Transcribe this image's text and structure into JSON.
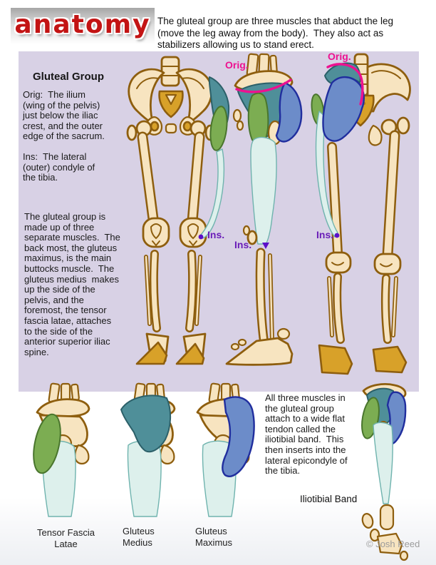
{
  "header": {
    "logo_text": "anatomy",
    "intro": "The gluteal group are three muscles that abduct the leg\n(move the leg away from the body).  They also act as\nstabilizers allowing us to stand erect."
  },
  "main_panel": {
    "heading": "Gluteal Group",
    "origin_paragraph": "Orig:  The ilium\n(wing of the pelvis)\njust below the iliac\ncrest, and the outer\nedge of the sacrum.",
    "insertion_paragraph": "Ins:  The lateral\n(outer) condyle of\nthe tibia.",
    "description_paragraph": "The gluteal group is\nmade up of three\nseparate muscles.  The\nback most, the gluteus\nmaximus, is the main\nbuttocks muscle.  The\ngluteus medius  makes\nup the side of the\npelvis, and the\nforemost, the tensor\nfascia latae, attaches\nto the side of the\nanterior superior iliac\nspine.",
    "labels": {
      "origin": "Orig.",
      "insertion": "Ins."
    }
  },
  "bottom_section": {
    "muscle_figures": [
      {
        "name": "Tensor Fascia Latae",
        "label": "Tensor Fascia\nLatae"
      },
      {
        "name": "Gluteus Medius",
        "label": "Gluteus\nMedius"
      },
      {
        "name": "Gluteus Maximus",
        "label": "Gluteus\nMaximus"
      }
    ],
    "band_paragraph": "All three muscles in\nthe gluteal group\nattach to a wide flat\ntendon called the\niliotibial band.  This\nthen inserts into the\nlateral epicondyle of\nthe tibia.",
    "band_label": "Iliotibial Band",
    "credit": "© Josh Reed"
  },
  "colors": {
    "panel_bg": "#d8d1e5",
    "bone_fill": "#f7e4c0",
    "bone_outline": "#8e5e0e",
    "bone_accent": "#d8a129",
    "tfl_green": "#7cad52",
    "tfl_green_outline": "#49752d",
    "medius_teal": "#4f8f99",
    "medius_teal_outline": "#2c6069",
    "maximus_blue": "#6c8cc9",
    "maximus_blue_outline": "#202e9e",
    "band_fill": "#ddf0ec",
    "band_outline": "#6fb3ae",
    "origin_magenta": "#ed1190",
    "insertion_purple": "#6a1db8",
    "insertion_dot": "#5b10c9",
    "logo_red": "#c31414",
    "text": "#141414",
    "credit_gray": "#9c9c9c"
  }
}
